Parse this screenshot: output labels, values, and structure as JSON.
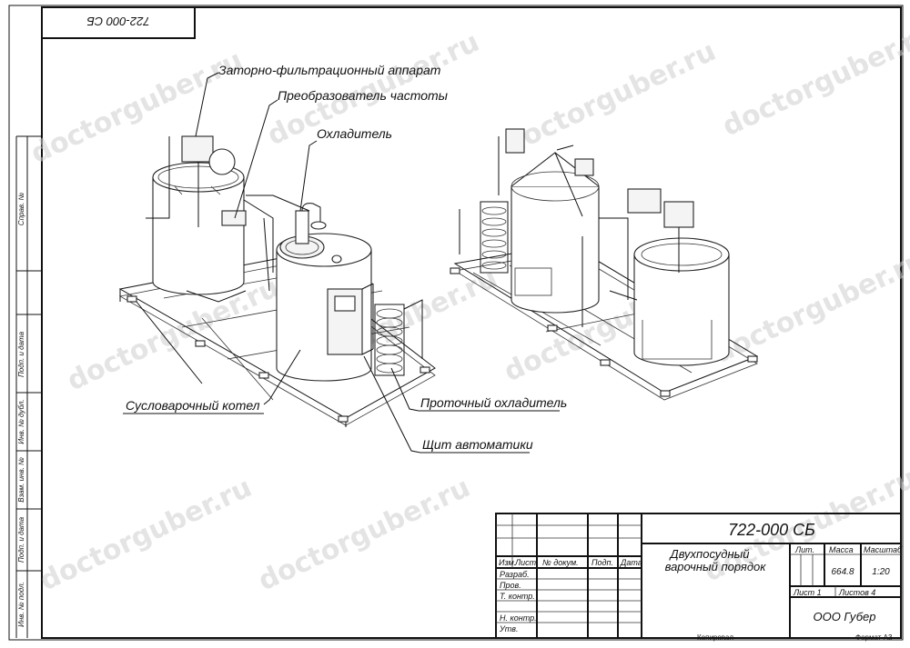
{
  "stamp": {
    "corner_code": "722-000 СБ"
  },
  "callouts": [
    "Заторно-фильтрационный аппарат",
    "Преобразователь частоты",
    "Охладитель",
    "Сусловарочный котел",
    "Проточный охладитель",
    "Щит автоматики"
  ],
  "side_strip": [
    "Справ. №",
    "Подп. и дата",
    "Инв. № дубл.",
    "Взам. инв. №",
    "Подп. и дата",
    "Инв. № подл."
  ],
  "watermark": "doctorguber.ru",
  "title_block": {
    "code": "722-000 СБ",
    "name_line1": "Двухпосудный",
    "name_line2": "варочный порядок",
    "headers": [
      "Изм.",
      "Лист",
      "№ докум.",
      "Подп.",
      "Дата"
    ],
    "roles": [
      "Разраб.",
      "Пров.",
      "Т. контр.",
      "Н. контр.",
      "Утв."
    ],
    "lit_label": "Лит.",
    "mass_label": "Масса",
    "scale_label": "Масштаб",
    "mass": "664.8",
    "scale": "1:20",
    "sheet": "Лист 1",
    "sheets": "Листов 4",
    "company": "ООО Губер",
    "copied": "Копировал",
    "format": "Формат А3"
  }
}
